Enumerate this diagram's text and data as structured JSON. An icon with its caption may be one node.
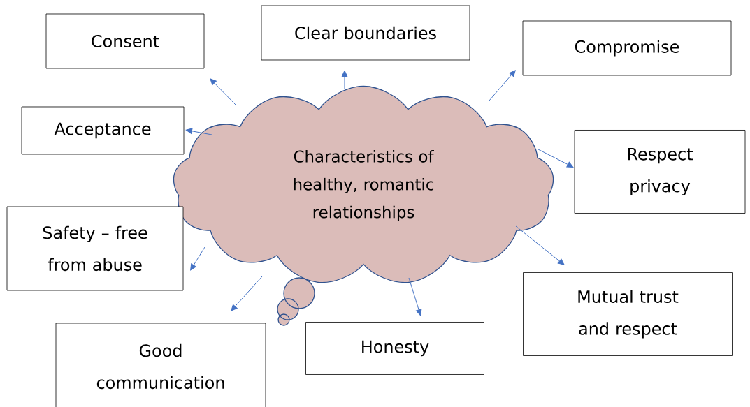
{
  "diagram": {
    "nodes": [
      {
        "text": [
          "Characteristics of healthy, romantic relationships"
        ]
      },
      {
        "text": [
          "Consent"
        ]
      },
      {
        "text": [
          "Clear boundaries"
        ]
      },
      {
        "text": [
          "Compromise"
        ]
      },
      {
        "text": [
          "Acceptance"
        ]
      },
      {
        "text": [
          "Respect privacy"
        ]
      },
      {
        "text": [
          "Safety – free from abuse"
        ]
      },
      {
        "text": [
          "Mutual trust and respect"
        ]
      },
      {
        "text": [
          "Honesty"
        ]
      },
      {
        "text": [
          "Good communication"
        ]
      }
    ],
    "edges": [
      {
        "from": 0,
        "to": 1,
        "arrow": "to"
      },
      {
        "from": 0,
        "to": 2,
        "arrow": "to"
      },
      {
        "from": 0,
        "to": 3,
        "arrow": "to"
      },
      {
        "from": 0,
        "to": 4,
        "arrow": "to"
      },
      {
        "from": 0,
        "to": 5,
        "arrow": "to"
      },
      {
        "from": 0,
        "to": 6,
        "arrow": "to"
      },
      {
        "from": 0,
        "to": 7,
        "arrow": "to"
      },
      {
        "from": 0,
        "to": 8,
        "arrow": "to"
      },
      {
        "from": 0,
        "to": 9,
        "arrow": "to"
      }
    ]
  }
}
